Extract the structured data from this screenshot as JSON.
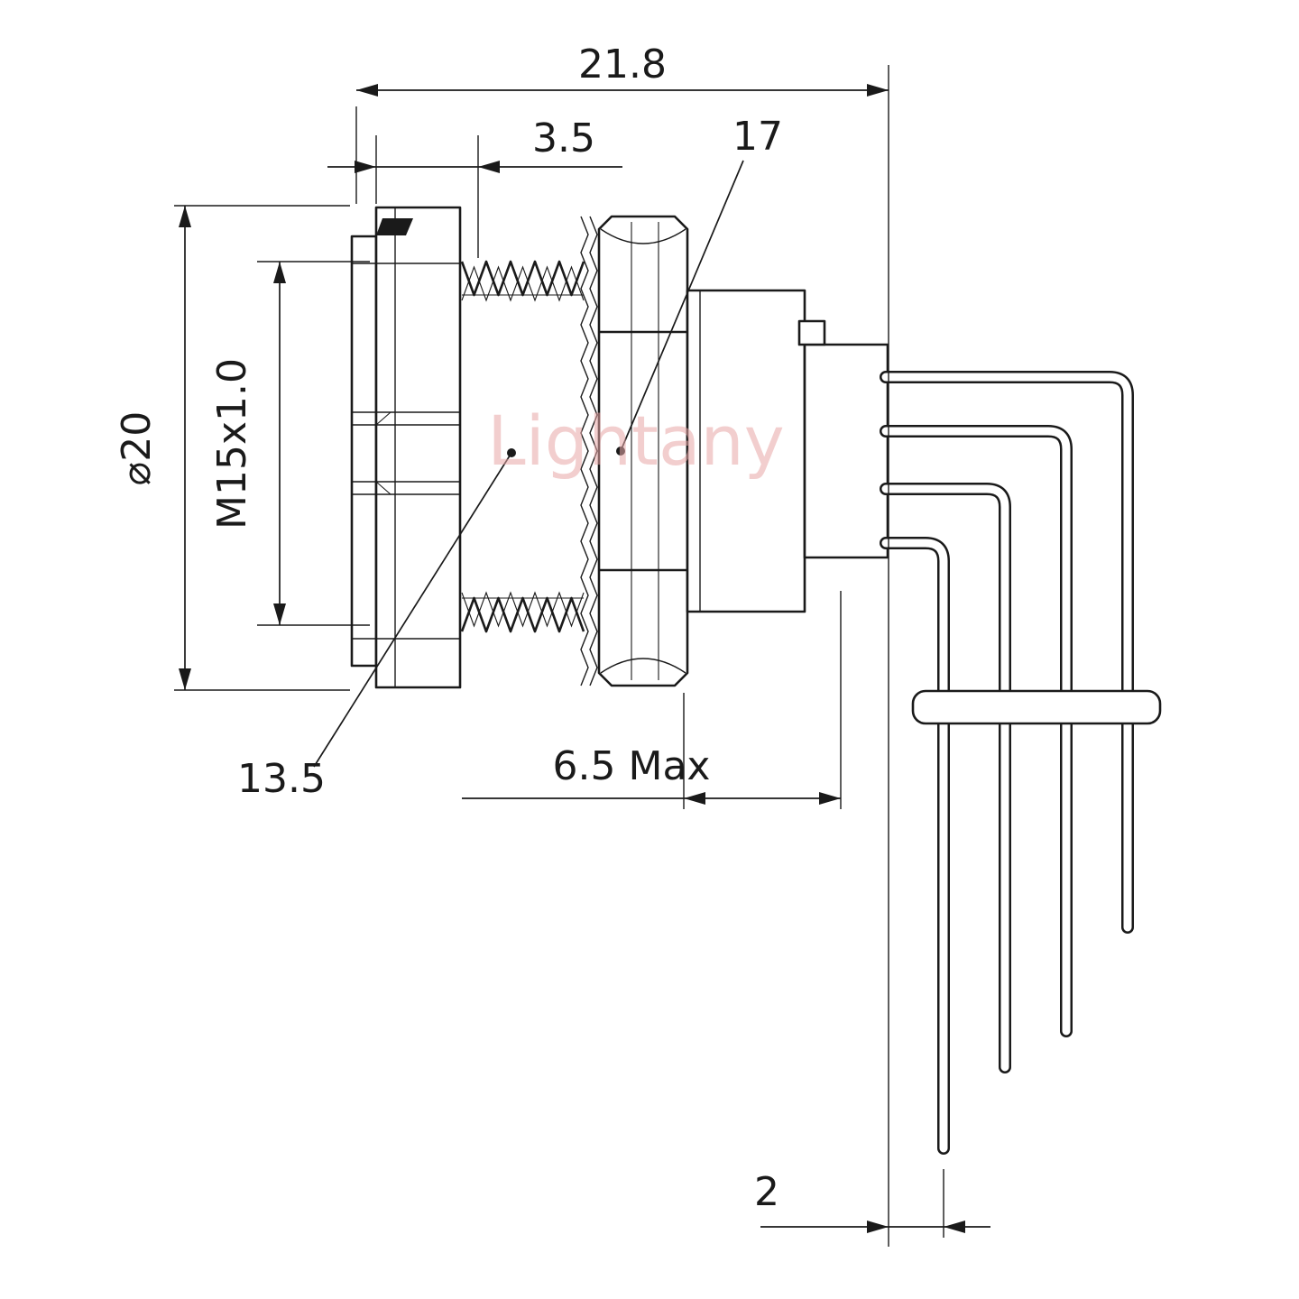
{
  "watermark": {
    "text": "Lightany",
    "color": "#e8a7a7"
  },
  "dimensions": {
    "overall_length": "21.8",
    "front_section": "3.5",
    "hex_flats": "17",
    "flange_diameter": "⌀20",
    "thread_spec": "M15x1.0",
    "body_diameter": "13.5",
    "mount_depth": "6.5 Max",
    "pin_offset": "2"
  }
}
